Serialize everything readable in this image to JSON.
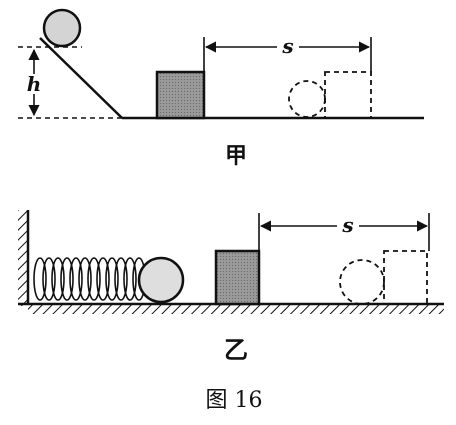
{
  "diagram": {
    "top": {
      "height_label": "h",
      "distance_label": "s",
      "sub_label": "甲"
    },
    "bottom": {
      "distance_label": "s",
      "sub_label": "乙"
    },
    "caption": "图 16",
    "colors": {
      "ink": "#111111",
      "ball_fill": "#d9d9d9",
      "block_fill": "#a6a6a6"
    }
  }
}
